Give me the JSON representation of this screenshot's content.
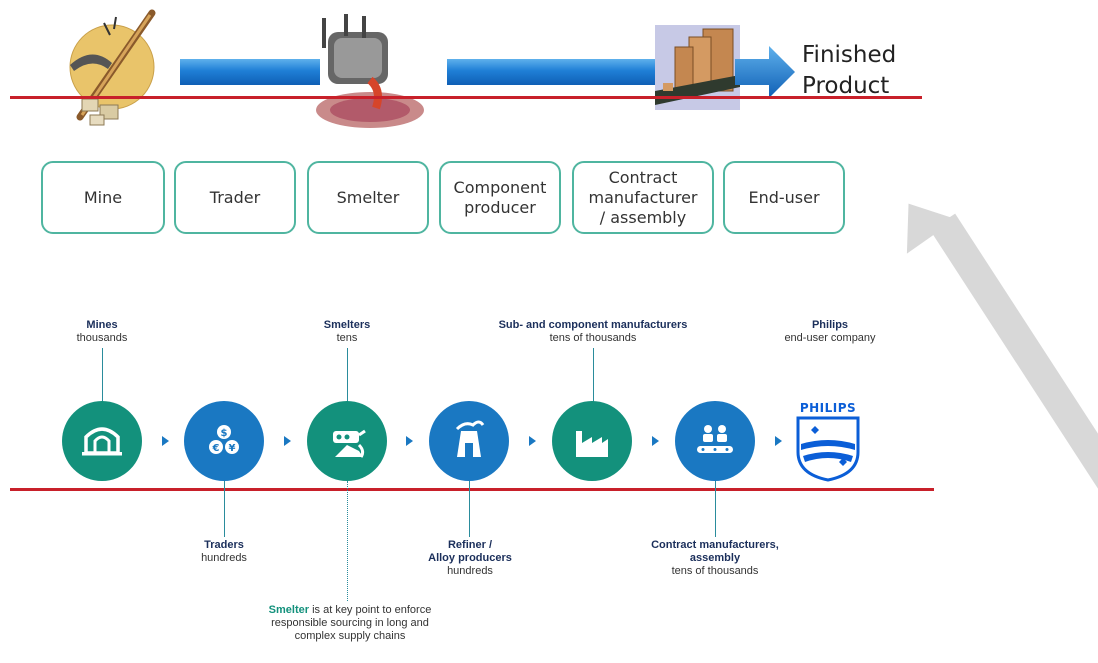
{
  "top_flow": {
    "finished_label": "Finished\nProduct"
  },
  "stages": [
    {
      "label": "Mine"
    },
    {
      "label": "Trader"
    },
    {
      "label": "Smelter"
    },
    {
      "label": "Component\nproducer"
    },
    {
      "label": "Contract\nmanufacturer\n/ assembly"
    },
    {
      "label": "End-user"
    }
  ],
  "chain_top_labels": [
    {
      "title": "Mines",
      "sub": "thousands"
    },
    {
      "title": "Smelters",
      "sub": "tens"
    },
    {
      "title": "Sub- and component manufacturers",
      "sub": "tens of thousands"
    },
    {
      "title": "Philips",
      "sub": "end-user company"
    }
  ],
  "chain_bottom_labels": [
    {
      "title": "Traders",
      "sub": "hundreds"
    },
    {
      "title": "Refiner /",
      "title2": "Alloy producers",
      "sub": "hundreds"
    },
    {
      "title": "Contract manufacturers,",
      "title2": "assembly",
      "sub": "tens of thousands"
    }
  ],
  "note": {
    "highlight": "Smelter",
    "text": " is at key point to enforce responsible sourcing in long and complex supply chains"
  },
  "logo_text": "PHILIPS",
  "colors": {
    "teal": "#13917c",
    "blue": "#1a78c2",
    "red_line": "#c8202a",
    "box_border": "#4fb5a0"
  }
}
